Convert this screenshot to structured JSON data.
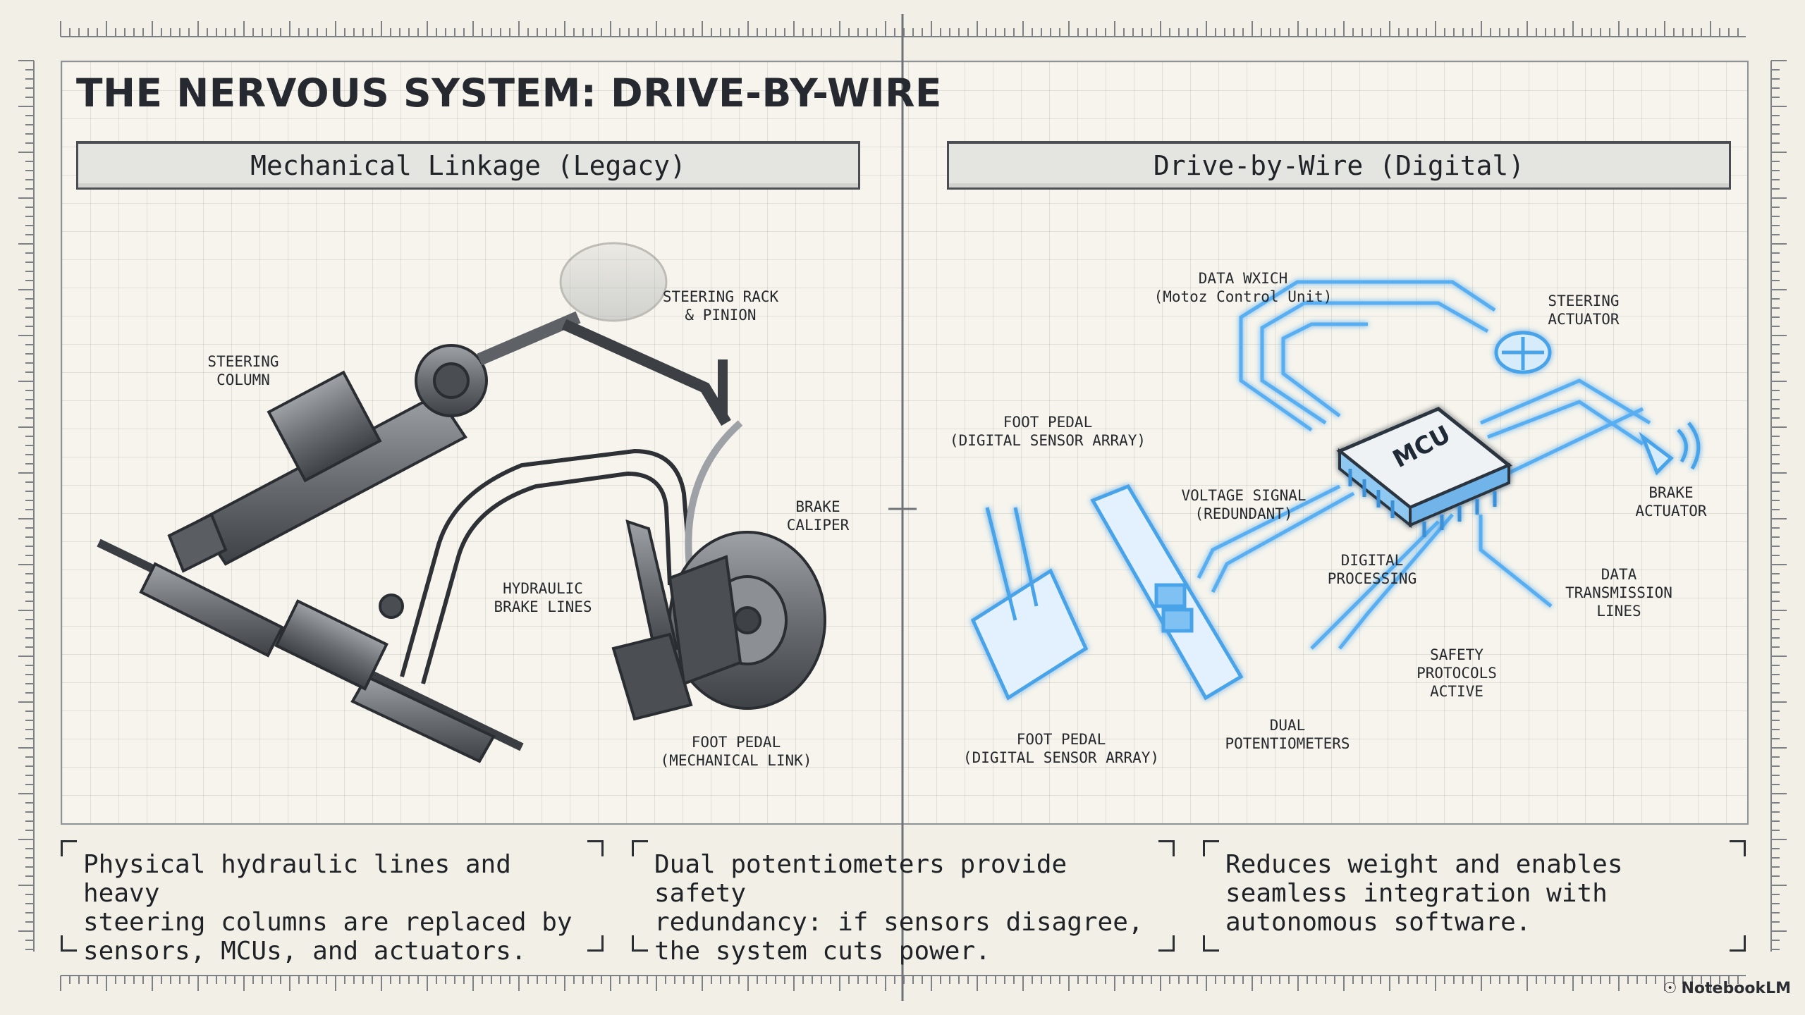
{
  "title": "THE NERVOUS SYSTEM: DRIVE-BY-WIRE",
  "left_panel": {
    "header": "Mechanical Linkage (Legacy)",
    "labels": {
      "steering_column": "STEERING\nCOLUMN",
      "steering_rack": "STEERING RACK\n& PINION",
      "brake_caliper": "BRAKE\nCALIPER",
      "hydraulic_lines": "HYDRAULIC\nBRAKE LINES",
      "foot_pedal": "FOOT PEDAL\n(MECHANICAL LINK)"
    }
  },
  "right_panel": {
    "header": "Drive-by-Wire (Digital)",
    "chip_label": "MCU",
    "labels": {
      "data_wxich": "DATA WXICH\n(Motoz Control Unit)",
      "steering_actuator": "STEERING\nACTUATOR",
      "foot_pedal_top": "FOOT PEDAL\n(DIGITAL SENSOR ARRAY)",
      "voltage_signal": "VOLTAGE SIGNAL\n(REDUNDANT)",
      "brake_actuator": "BRAKE\nACTUATOR",
      "digital_processing": "DIGITAL\nPROCESSING",
      "data_lines": "DATA\nTRANSMISSION\nLINES",
      "safety": "SAFETY\nPROTOCOLS\nACTIVE",
      "foot_pedal_bottom": "FOOT PEDAL\n(DIGITAL SENSOR ARRAY)",
      "dual_pots": "DUAL\nPOTENTIOMETERS"
    }
  },
  "captions": [
    "Physical hydraulic lines and heavy\nsteering columns are replaced by\nsensors, MCUs, and actuators.",
    "Dual potentiometers provide safety\nredundancy: if sensors disagree,\nthe system cuts power.",
    "Reduces weight and enables\nseamless integration with\nautonomous software."
  ],
  "brand": "NotebookLM",
  "colors": {
    "background": "#f2efe6",
    "ink": "#1f2226",
    "digital_blue": "#4aa3e8",
    "glow_blue": "#9fd2ff",
    "metal": "#5b5f64"
  }
}
